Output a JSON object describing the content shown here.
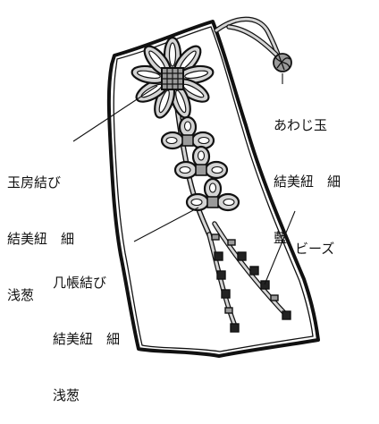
{
  "labels": {
    "gyokubo": {
      "name": "玉房結び",
      "cord": "結美紐　細",
      "color": "浅葱"
    },
    "awaji": {
      "name": "あわじ玉",
      "cord": "結美紐　細",
      "color": "藍"
    },
    "kicho": {
      "name": "几帳結び",
      "cord": "結美紐　細",
      "color": "浅葱"
    },
    "beads": {
      "name": "ビーズ"
    }
  },
  "colors": {
    "outline": "#111111",
    "cord_fill": "#d4d4d4",
    "knot_fill": "#9a9a9a"
  }
}
